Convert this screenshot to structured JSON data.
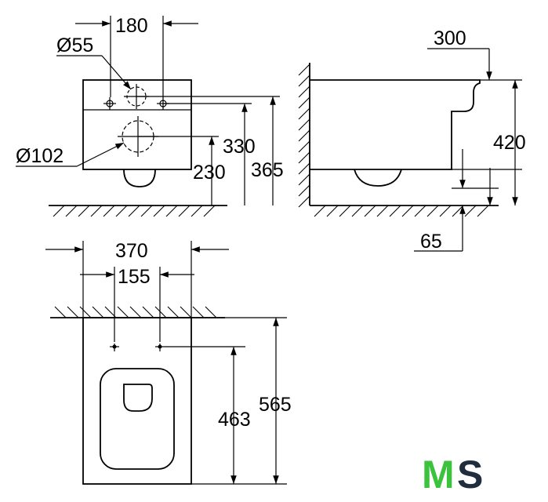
{
  "dimensions": {
    "front": {
      "width_180": "180",
      "inlet_diameter": "Ø55",
      "outlet_diameter": "Ø102",
      "h330": "330",
      "h230": "230",
      "h365": "365"
    },
    "side": {
      "d300": "300",
      "h420": "420",
      "h65": "65"
    },
    "top": {
      "w370": "370",
      "w155": "155",
      "d463": "463",
      "d565": "565"
    }
  },
  "logo": {
    "letter_m": "M",
    "letter_s": "S",
    "colors": {
      "m": "#3cc23c",
      "s": "#1f2d3d"
    }
  }
}
